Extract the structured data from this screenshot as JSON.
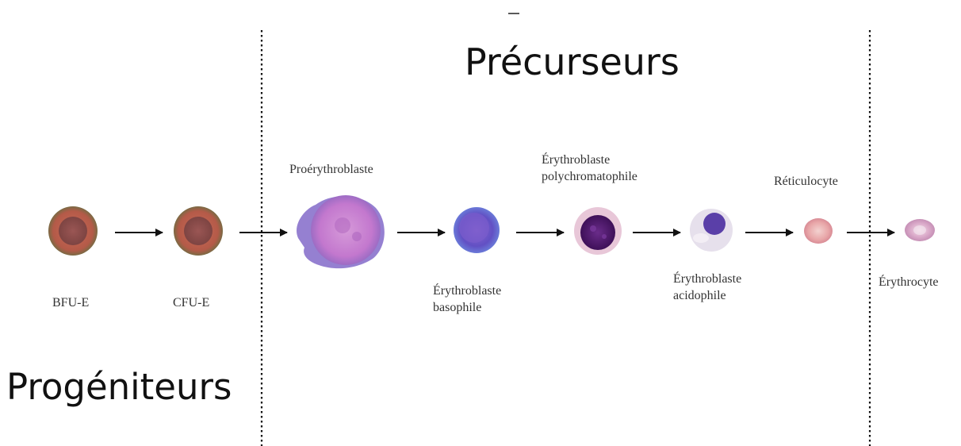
{
  "sections": {
    "precursors": "Précurseurs",
    "progenitors": "Progéniteurs"
  },
  "cells": [
    {
      "id": "bfu-e",
      "lines": [
        "BFU-E"
      ]
    },
    {
      "id": "cfu-e",
      "lines": [
        "CFU-E"
      ]
    },
    {
      "id": "proerythroblast",
      "lines": [
        "Proérythroblaste"
      ]
    },
    {
      "id": "basophilic",
      "lines": [
        "Érythroblaste",
        "basophile"
      ]
    },
    {
      "id": "polychromatophilic",
      "lines": [
        "Érythroblaste",
        "polychromatophile"
      ]
    },
    {
      "id": "acidophilic",
      "lines": [
        "Érythroblaste",
        "acidophile"
      ]
    },
    {
      "id": "reticulocyte",
      "lines": [
        "Réticulocyte"
      ]
    },
    {
      "id": "erythrocyte",
      "lines": [
        "Érythrocyte"
      ]
    }
  ],
  "colors": {
    "progenitor_outer": "#b45a48",
    "progenitor_inner": "#8a4a44",
    "proerythroblast": "#c97fd0",
    "basophilic": "#6b58c8",
    "polychromatophilic_nucleus": "#4a1a6a",
    "acidophilic_nucleus": "#5a3fa8",
    "reticulocyte": "#e8a6a8",
    "erythrocyte": "#d9a8c8"
  }
}
